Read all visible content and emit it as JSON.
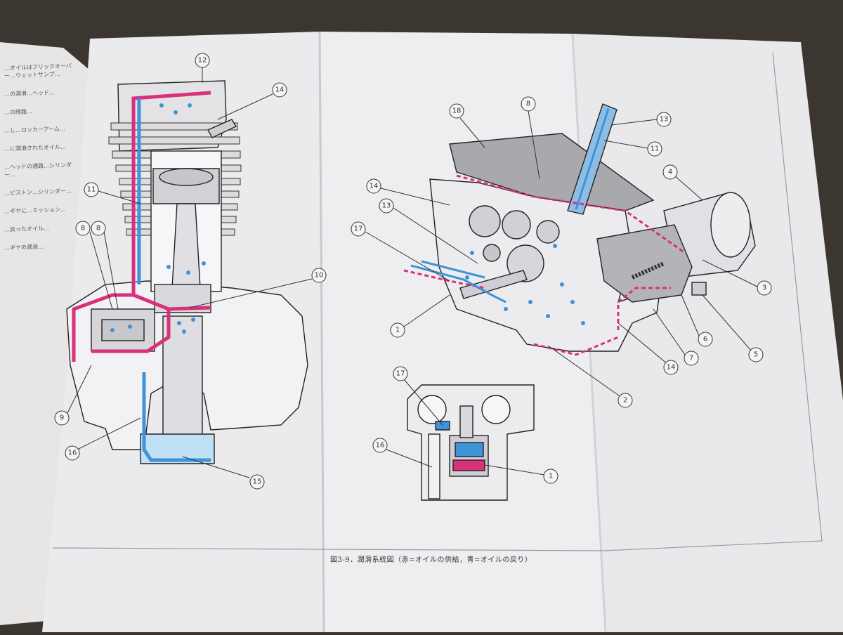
{
  "caption": "図3-9．潤滑系統図（赤=オイルの供給，青=オイルの戻り）",
  "left_page_text": [
    "…オイルはフリックオーバー…ウェットサンプ…",
    "…の潤滑…ヘッド…",
    "…の経路…",
    "…し…ロッカーアーム…",
    "…に潤滑されたオイル…",
    "…ヘッドの通路…シリンダー…",
    "…ピストン…シリンダー…",
    "…ギヤに…ミッション…",
    "…戻ったオイル…",
    "…ギヤの潤滑…"
  ],
  "figure_left": {
    "callouts": [
      "12",
      "14",
      "8",
      "8",
      "11",
      "10",
      "9",
      "16",
      "15"
    ]
  },
  "figure_right": {
    "callouts": [
      "18",
      "8",
      "13",
      "11",
      "4",
      "14",
      "13",
      "17",
      "1",
      "3",
      "6",
      "5",
      "7",
      "14",
      "2"
    ]
  },
  "figure_detail": {
    "callouts": [
      "17",
      "16",
      "1"
    ]
  },
  "colors": {
    "supply": "#d6317a",
    "return": "#3f93d8",
    "paper": "#ececef"
  }
}
